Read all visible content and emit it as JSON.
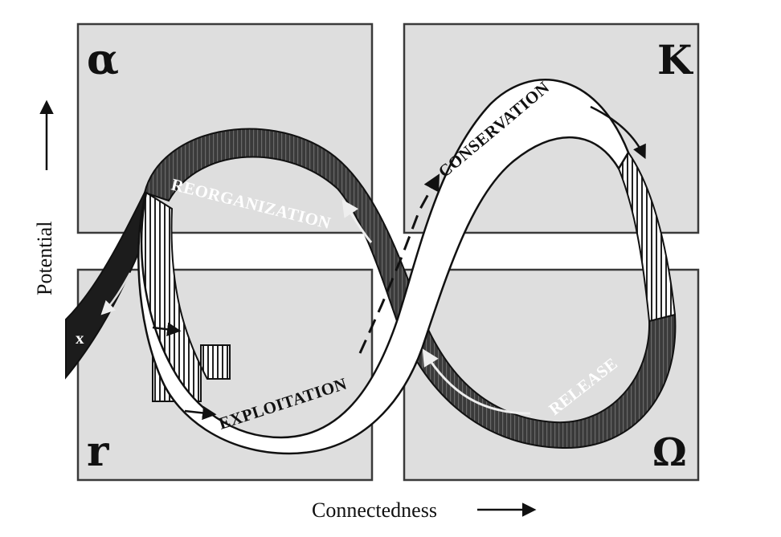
{
  "figure": {
    "corners": {
      "alpha": "α",
      "k": "K",
      "r": "r",
      "omega": "Ω"
    },
    "stages": {
      "reorganization": "REORGANIZATION",
      "conservation": "CONSERVATION",
      "exploitation": "EXPLOITATION",
      "release": "RELEASE",
      "exit": "x"
    },
    "axes": {
      "y_label": "Potential",
      "x_label": "Connectedness"
    },
    "colors": {
      "quadrant_fill": "#dedede",
      "dark_band": "#2e2e2e",
      "light_band": "#ffffff",
      "outline": "#111111"
    }
  }
}
